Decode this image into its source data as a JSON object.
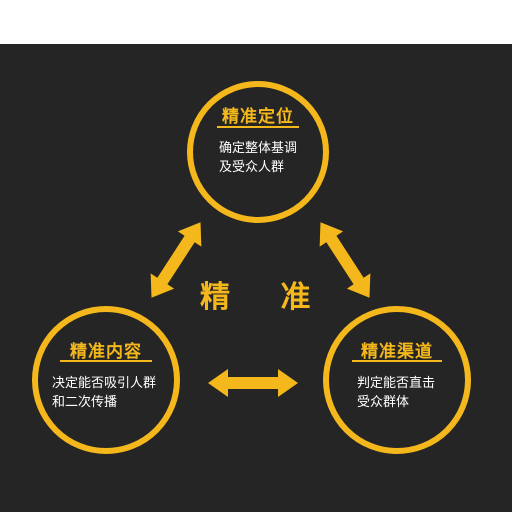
{
  "colors": {
    "background": "#252525",
    "accent": "#f5b81c",
    "text": "#ffffff"
  },
  "center_label": "精 准",
  "nodes": {
    "top": {
      "title": "精准定位",
      "lines": [
        "确定整体基调",
        "及受众人群"
      ]
    },
    "left": {
      "title": "精准内容",
      "lines": [
        "决定能否吸引人群",
        "和二次传播"
      ]
    },
    "right": {
      "title": "精准渠道",
      "lines": [
        "判定能否直击",
        "受众群体"
      ]
    }
  },
  "arrows": [
    "left-top-connector",
    "top-right-connector",
    "left-right-connector"
  ]
}
